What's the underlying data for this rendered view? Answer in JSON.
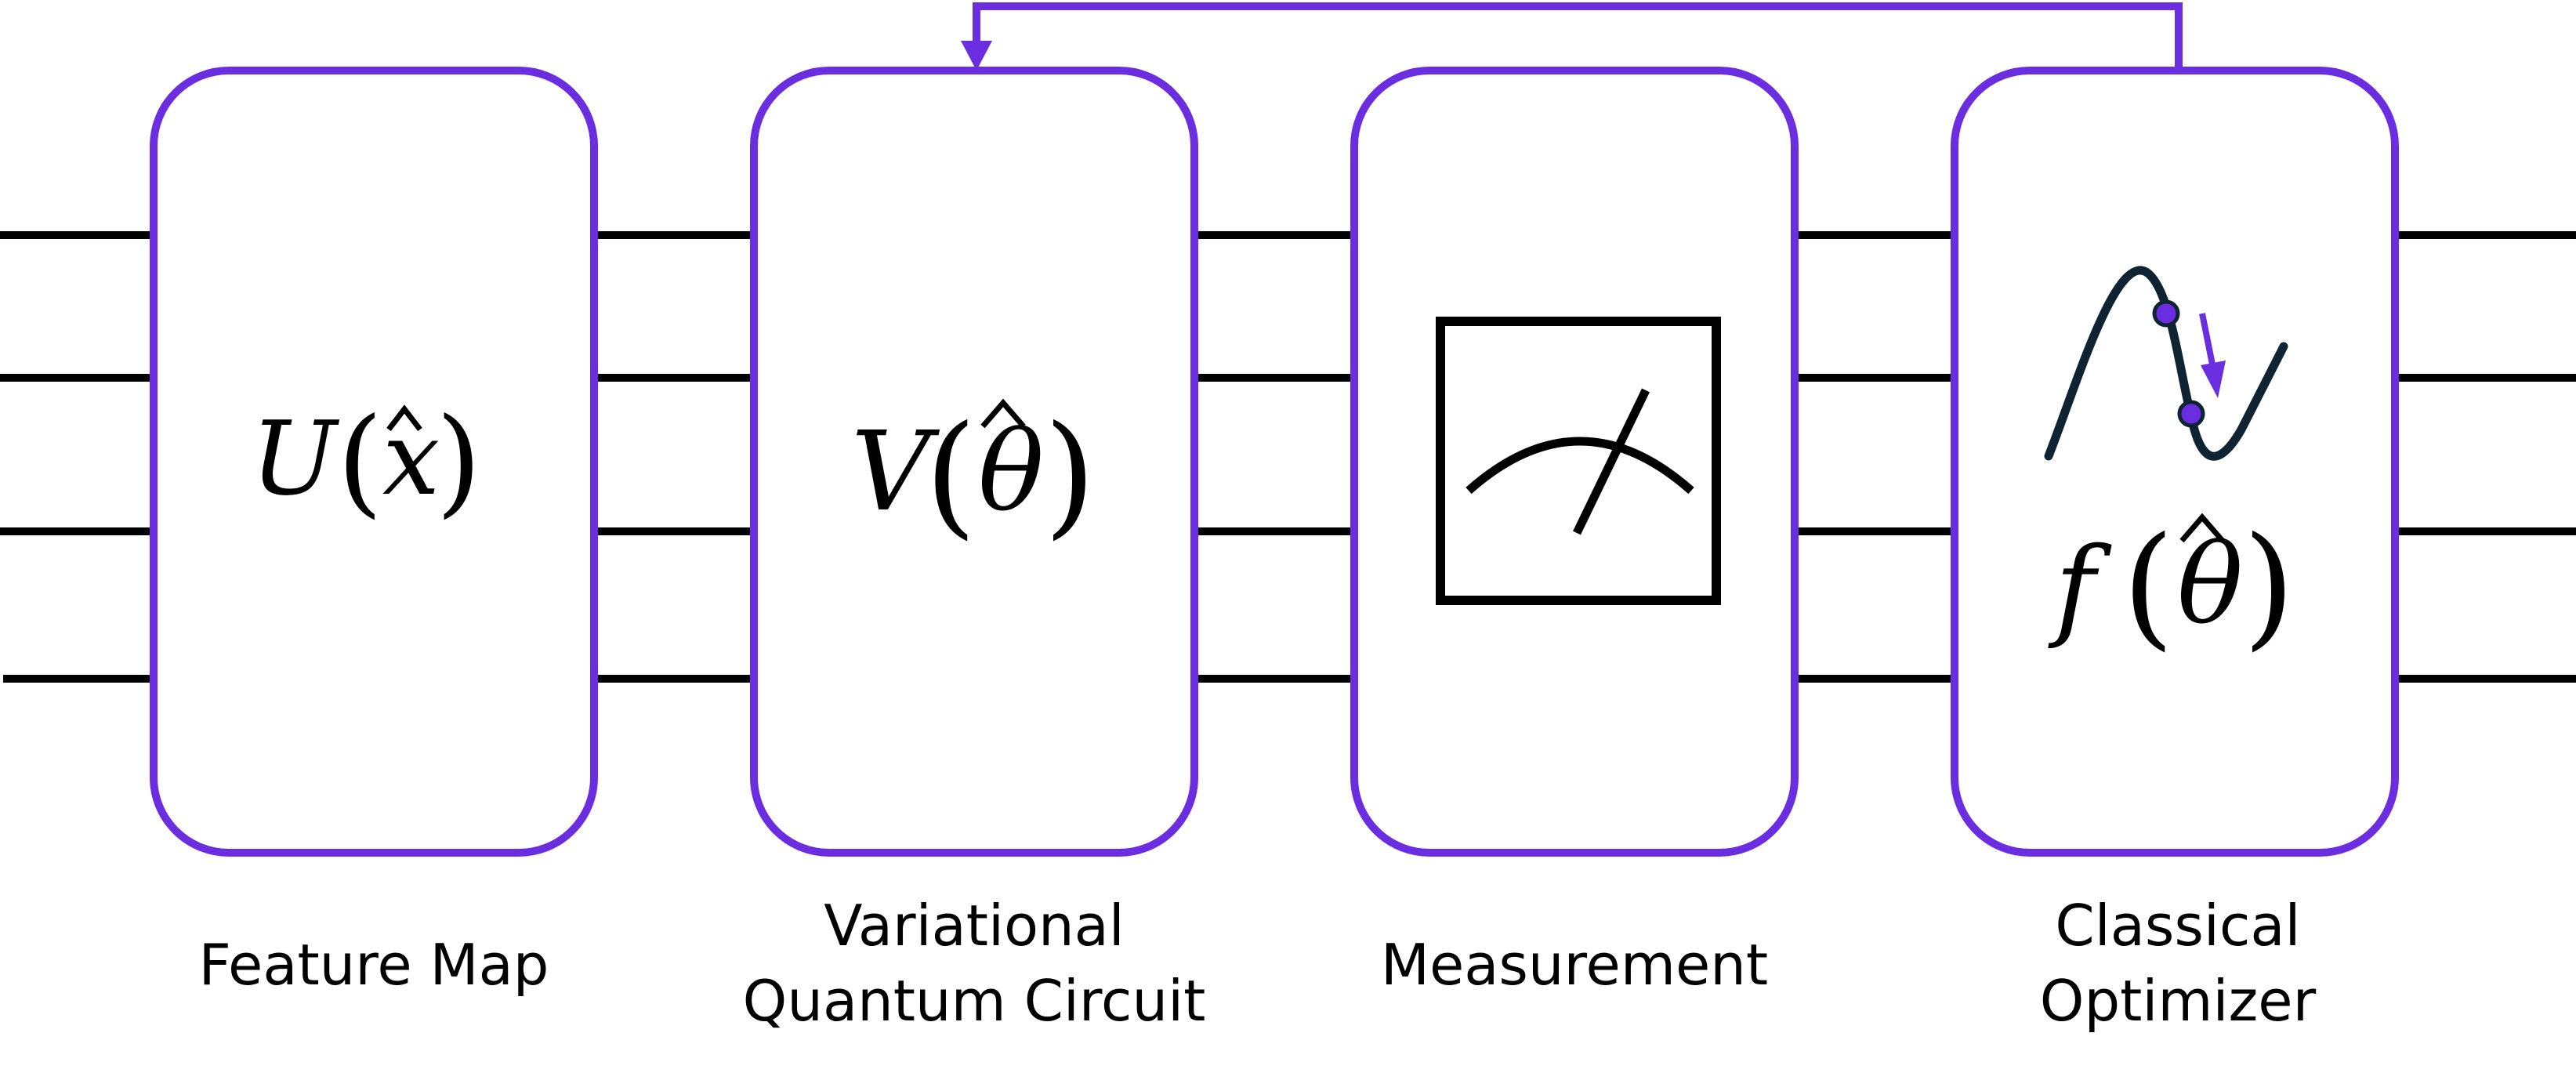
{
  "colors": {
    "accent": "#6a2ee0",
    "wire": "#000000",
    "curve": "#0e2433",
    "background": "#ffffff"
  },
  "blocks": [
    {
      "id": "feature-map",
      "symbol": "U",
      "argument": "x",
      "label_lines": [
        "Feature Map"
      ]
    },
    {
      "id": "variational-circuit",
      "symbol": "V",
      "argument": "θ",
      "label_lines": [
        "Variational",
        "Quantum Circuit"
      ]
    },
    {
      "id": "measurement",
      "icon": "meter-icon",
      "label_lines": [
        "Measurement"
      ]
    },
    {
      "id": "classical-optimizer",
      "icon": "loss-curve-icon",
      "symbol": "f",
      "argument": "θ",
      "label_lines": [
        "Classical",
        "Optimizer"
      ]
    }
  ],
  "feedback_arrow": {
    "from": "classical-optimizer",
    "to": "variational-circuit"
  },
  "qubit_wire_count": 4
}
